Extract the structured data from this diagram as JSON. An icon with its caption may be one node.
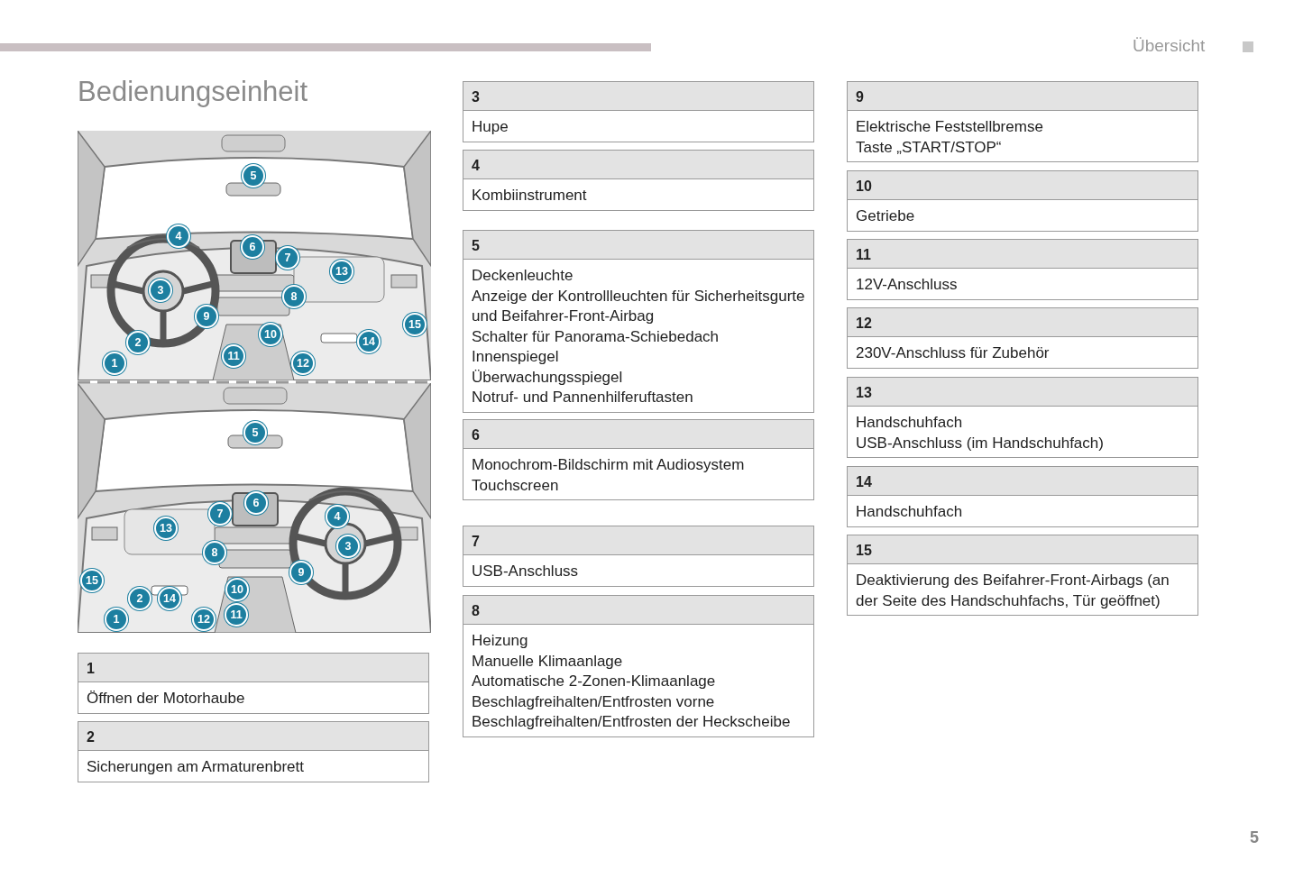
{
  "diagram": {
    "title": "Bedienungseinheit",
    "nodes": [
      {
        "text": [
          "1",
          "Öffnen der Motorhaube"
        ]
      },
      {
        "text": [
          "2",
          "Sicherungen am Armaturenbrett"
        ]
      },
      {
        "text": [
          "3",
          "Hupe"
        ]
      },
      {
        "text": [
          "4",
          "Kombiinstrument"
        ]
      },
      {
        "text": [
          "5",
          "Deckenleuchte",
          "Anzeige der Kontrollleuchten für Sicherheitsgurte und Beifahrer-Front-Airbag",
          "Schalter für Panorama-Schiebedach",
          "Innenspiegel",
          "Überwachungsspiegel",
          "Notruf- und Pannenhilferuftasten"
        ]
      },
      {
        "text": [
          "6",
          "Monochrom-Bildschirm mit Audiosystem",
          "Touchscreen"
        ]
      },
      {
        "text": [
          "7",
          "USB-Anschluss"
        ]
      },
      {
        "text": [
          "8",
          "Heizung",
          "Manuelle Klimaanlage",
          "Automatische 2-Zonen-Klimaanlage",
          "Beschlagfreihalten/Entfrosten vorne",
          "Beschlagfreihalten/Entfrosten der Heckscheibe"
        ]
      },
      {
        "text": [
          "9",
          "Elektrische Feststellbremse",
          "Taste „START/STOP“"
        ]
      },
      {
        "text": [
          "10",
          "Getriebe"
        ]
      },
      {
        "text": [
          "11",
          "12V-Anschluss"
        ]
      },
      {
        "text": [
          "12",
          "230V-Anschluss für Zubehör"
        ]
      },
      {
        "text": [
          "13",
          "Handschuhfach",
          "USB-Anschluss (im Handschuhfach)"
        ]
      },
      {
        "text": [
          "14",
          "Handschuhfach"
        ]
      },
      {
        "text": [
          "15",
          "Deaktivierung des Beifahrer-Front-Airbags (an der Seite des Handschuhfachs, Tür geöffnet)"
        ]
      }
    ],
    "labels": [
      "Übersicht",
      "5",
      "4",
      "6",
      "7",
      "13",
      "3",
      "8",
      "9",
      "15",
      "10",
      "2",
      "14",
      "11",
      "1",
      "12",
      "5",
      "6",
      "7",
      "4",
      "13",
      "3",
      "8",
      "9",
      "15",
      "10",
      "2",
      "14",
      "11",
      "1",
      "12",
      "5"
    ]
  }
}
